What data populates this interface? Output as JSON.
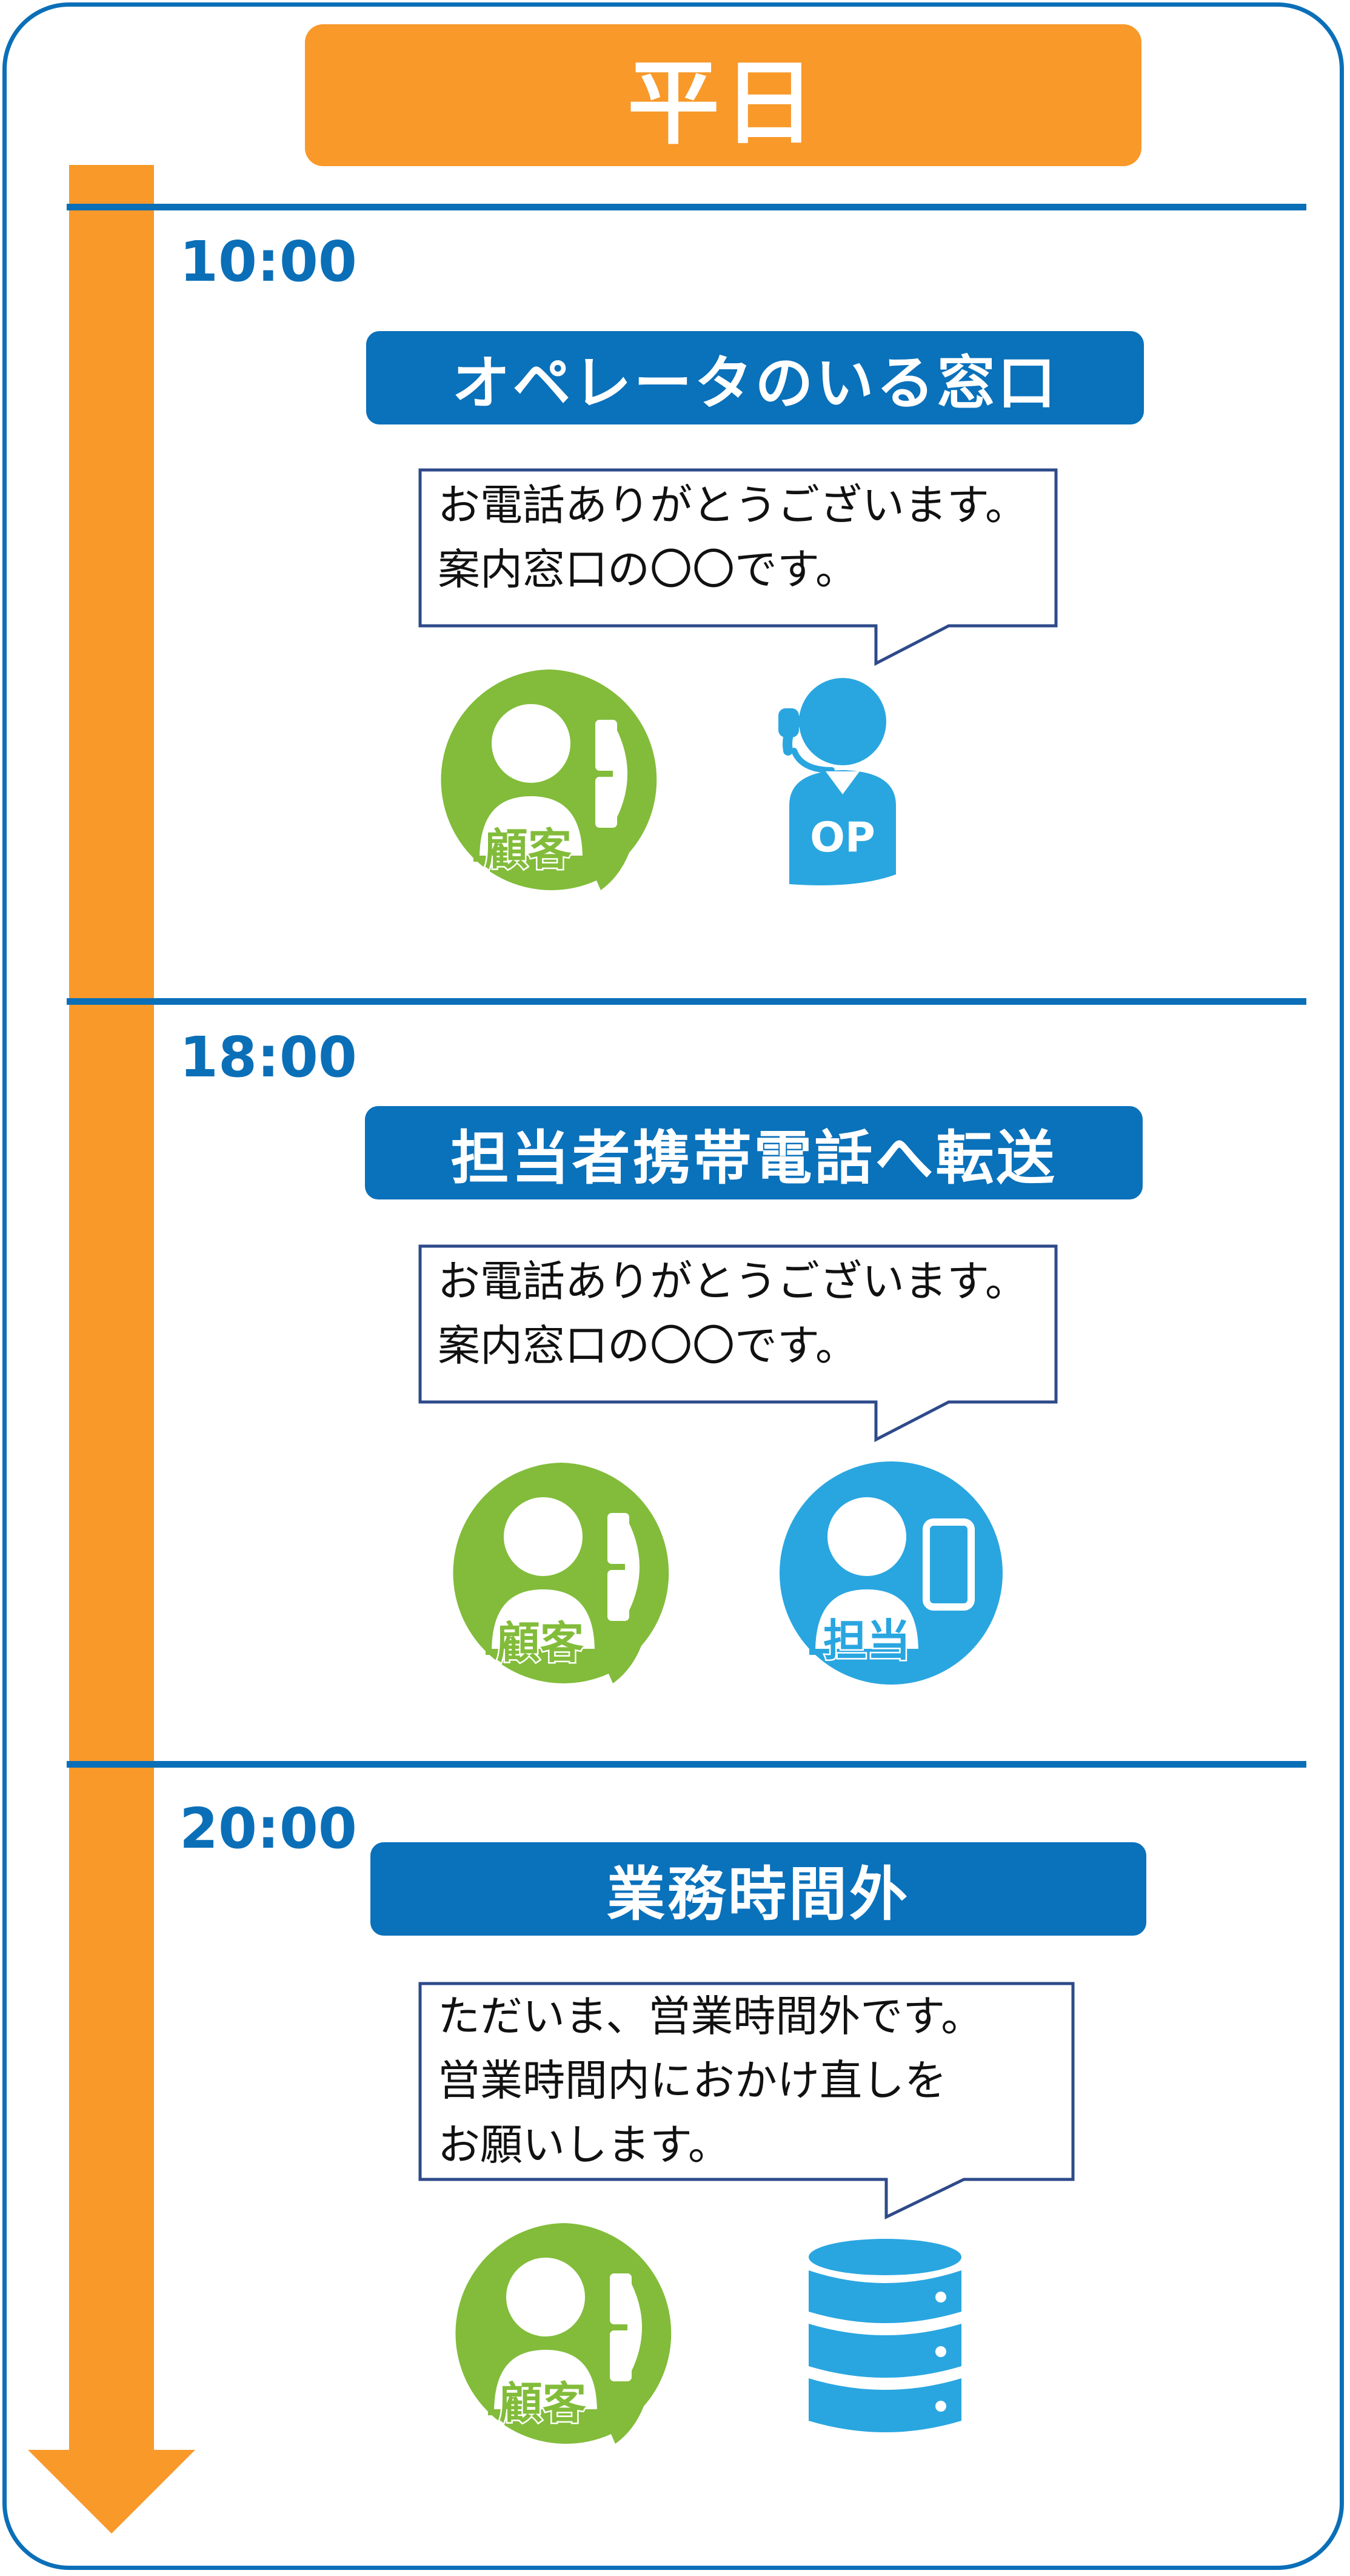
{
  "header": {
    "title": "平日"
  },
  "colors": {
    "accent_orange": "#f8992a",
    "primary_blue": "#0a71bb",
    "customer_green": "#82bc3a",
    "staff_light_blue": "#29a6e0"
  },
  "sections": [
    {
      "time": "10:00",
      "banner": "オペレータのいる窓口",
      "speech": "お電話ありがとうございます。\n案内窓口の〇〇です。",
      "customer_label": "顧客",
      "responder_label": "OP",
      "responder_icon": "operator-headset-icon"
    },
    {
      "time": "18:00",
      "banner": "担当者携帯電話へ転送",
      "speech": "お電話ありがとうございます。\n案内窓口の〇〇です。",
      "customer_label": "顧客",
      "responder_label": "担当",
      "responder_icon": "staff-mobile-phone-icon"
    },
    {
      "time": "20:00",
      "banner": "業務時間外",
      "speech": "ただいま、営業時間外です。\n営業時間内におかけ直しを\nお願いします。",
      "customer_label": "顧客",
      "responder_icon": "database-server-icon"
    }
  ]
}
